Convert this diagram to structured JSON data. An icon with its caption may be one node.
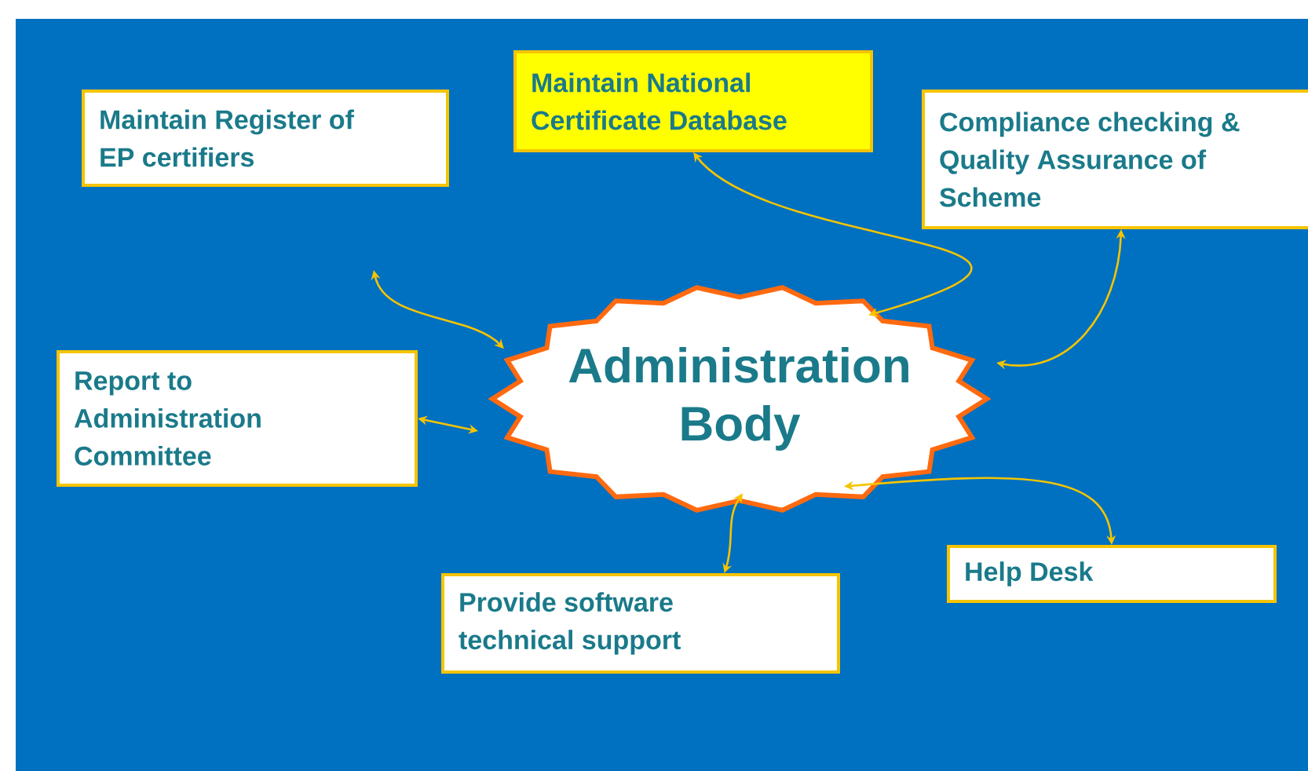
{
  "diagram": {
    "nodes": [
      {
        "text": [
          "Administration Body"
        ]
      },
      {
        "text": [
          "Maintain Register of EP certifiers"
        ]
      },
      {
        "text": [
          "Maintain National Certificate Database"
        ]
      },
      {
        "text": [
          "Compliance checking & Quality Assurance of Scheme"
        ]
      },
      {
        "text": [
          "Report to Administration Committee"
        ]
      },
      {
        "text": [
          "Help Desk"
        ]
      },
      {
        "text": [
          "Provide software technical support"
        ]
      }
    ],
    "edges": [
      {
        "from": null,
        "to": 0,
        "arrow": "both"
      },
      {
        "from": 2,
        "to": 0,
        "arrow": "both"
      },
      {
        "from": 3,
        "to": 0,
        "arrow": "both"
      },
      {
        "from": 4,
        "to": 0,
        "arrow": "both"
      },
      {
        "from": 6,
        "to": 0,
        "arrow": "both"
      },
      {
        "from": 5,
        "to": 0,
        "arrow": "both"
      }
    ]
  }
}
